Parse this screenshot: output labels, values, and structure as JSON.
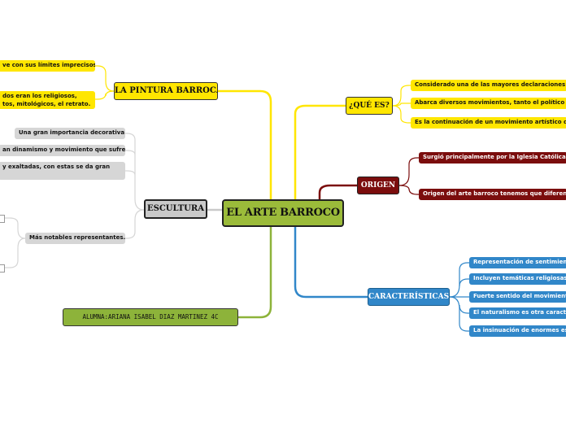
{
  "central": {
    "label": "EL ARTE BARROCO"
  },
  "topics": {
    "pintura": "LA PINTURA BARROCA",
    "escultura": "ESCULTURA",
    "alumna": "ALUMNA:ARIANA ISABEL DIAZ MARTINEZ 4C",
    "quees": "¿QUÉ ES?",
    "origen": "ORIGEN",
    "caracteristicas": "CARACTERÍSTICAS"
  },
  "pintura_items": [
    "ve con sus límites imprecisos",
    "dos eran los religiosos,",
    "tos, mitológicos, el retrato."
  ],
  "escultura_items": [
    "Una gran importancia decorativa",
    "an dinamismo y movimiento que sufre",
    "y exaltadas, con estas se da gran",
    "Más notables representantes."
  ],
  "quees_items": [
    "Considerado una de las mayores declaraciones",
    "Abarca diversos movimientos, tanto el político y",
    "Es la continuación de un movimiento artístico d"
  ],
  "origen_items": [
    "Surgió  principalmente por la Iglesia Católica",
    "Origen del arte barroco tenemos que diferenc"
  ],
  "caract_items": [
    "Representación de sentimien",
    "Incluyen temáticas religiosas",
    "Fuerte sentido del movimient",
    "El naturalismo es otra caract",
    "La insinuación de enormes es"
  ],
  "colors": {
    "central": "#9bbb3a",
    "yellow": "#ffe600",
    "gray": "#c9c9c9",
    "green": "#8db33a",
    "darkred": "#7b0d0d",
    "blue": "#3187c9"
  }
}
